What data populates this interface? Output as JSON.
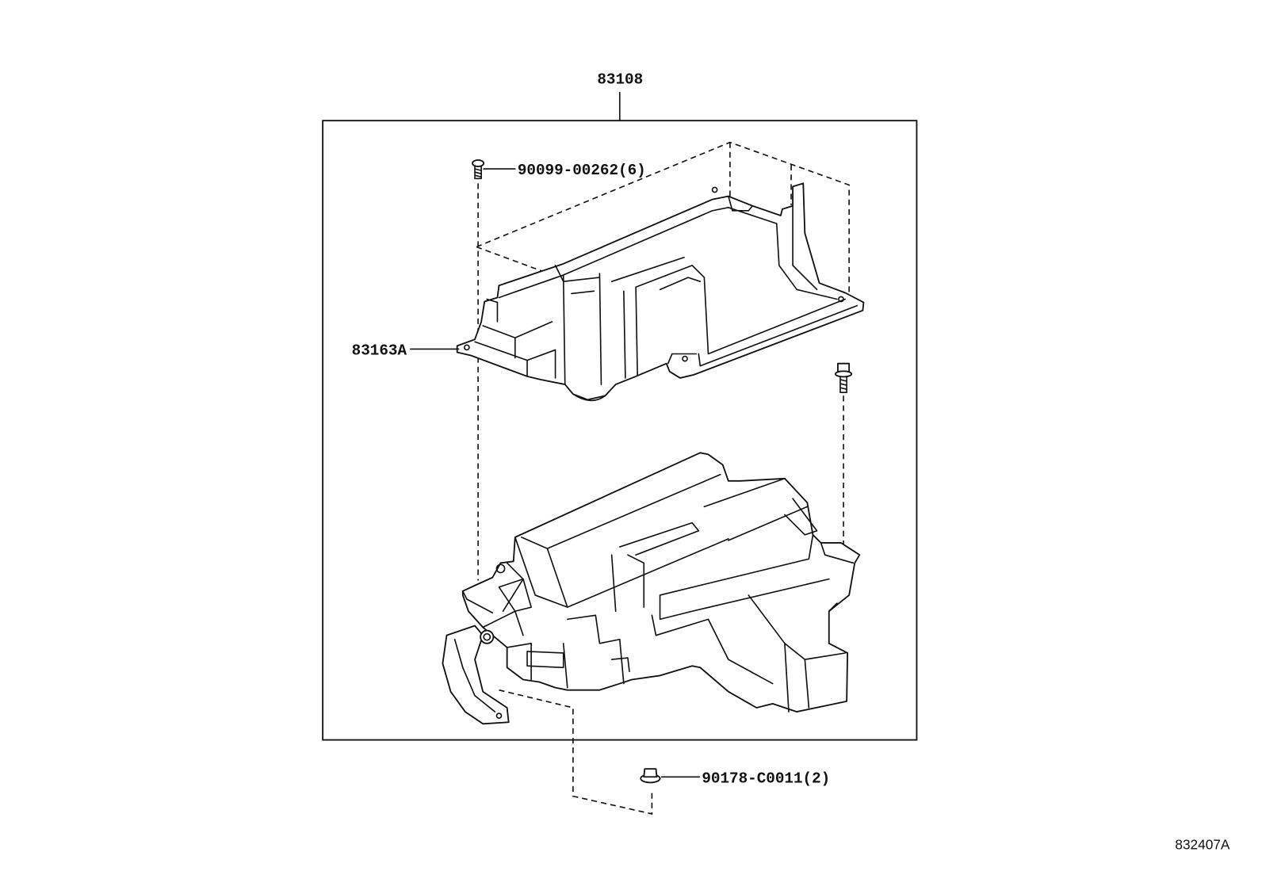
{
  "labels": {
    "assembly": "83108",
    "screw": "90099-00262(6)",
    "case": "83163A",
    "nut": "90178-C0011(2)",
    "diagram_id": "832407A"
  }
}
